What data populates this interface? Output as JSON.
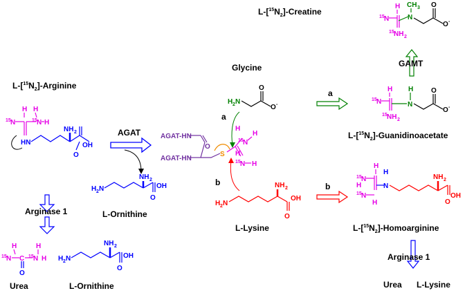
{
  "labels": {
    "creatine": "L-[15N2]-Creatine",
    "arginine": "L-[15N2]-Arginine",
    "glycine": "Glycine",
    "gamt": "GAMT",
    "agat": "AGAT",
    "guanidinoacetate": "L-[15N2]-Guanidinoacetate",
    "ornithine_mid": "L-Ornithine",
    "arginase_left": "Arginase 1",
    "lysine": "L-Lysine",
    "homoarginine": "L-[15N2]-Homoarginine",
    "urea_left": "Urea",
    "ornithine_bottom": "L-Ornithine",
    "arginase_right": "Arginase 1",
    "urea_right": "Urea",
    "lysine_bottom": "L-Lysine",
    "path_a_1": "a",
    "path_a_2": "a",
    "path_b_1": "b",
    "path_b_2": "b"
  },
  "atoms": {
    "nh2": "NH2",
    "nh": "NH",
    "h": "H",
    "n": "N",
    "o": "O",
    "oh": "OH",
    "o_minus": "O-",
    "ch3": "CH3",
    "s": "S",
    "h2n": "H2N",
    "agat_hn": "AGAT-HN",
    "agat_hn2": "AGAT-HN",
    "isotope": "15"
  },
  "colors": {
    "black": "#000000",
    "magenta": "#e600e6",
    "blue": "#0000ff",
    "green": "#008000",
    "red": "#ff0000",
    "purple": "#7030a0",
    "orange": "#f08c00",
    "agat": "#ff00ff"
  }
}
